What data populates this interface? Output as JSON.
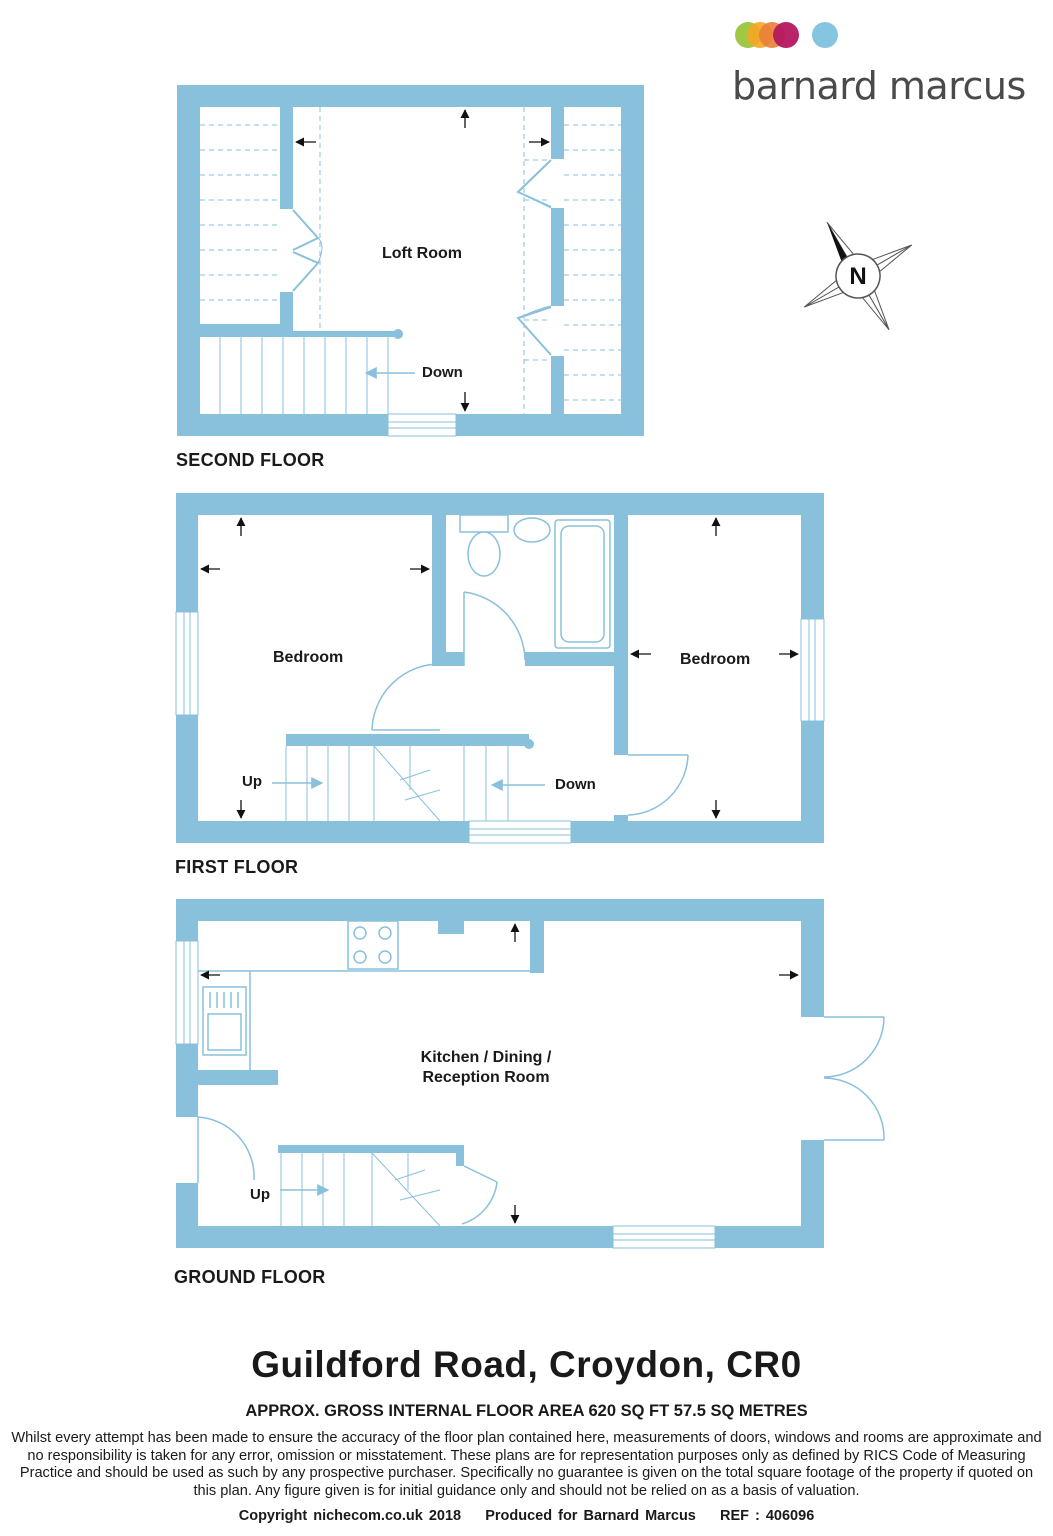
{
  "brand": {
    "name": "barnard marcus",
    "dot_colors": [
      "#9bc53d",
      "#f5a623",
      "#e8803a",
      "#b5175f",
      "#86c5e0"
    ]
  },
  "colors": {
    "wall": "#89c0dc",
    "fixture": "#89c0dc",
    "arrow": "#111111"
  },
  "compass": {
    "label": "N",
    "icon": "north-compass-icon"
  },
  "floors": {
    "second": {
      "label": "SECOND FLOOR",
      "rooms": {
        "loft": "Loft Room"
      },
      "stairs": {
        "down": "Down"
      }
    },
    "first": {
      "label": "FIRST FLOOR",
      "rooms": {
        "bedroom_left": "Bedroom",
        "bedroom_right": "Bedroom"
      },
      "stairs": {
        "up": "Up",
        "down": "Down"
      }
    },
    "ground": {
      "label": "GROUND FLOOR",
      "rooms": {
        "kitchen_line1": "Kitchen / Dining /",
        "kitchen_line2": "Reception Room"
      },
      "stairs": {
        "up": "Up"
      }
    }
  },
  "address": "Guildford Road, Croydon, CR0",
  "area": "APPROX. GROSS INTERNAL FLOOR AREA 620 SQ FT 57.5 SQ METRES",
  "disclaimer": "Whilst every attempt has been made to ensure the accuracy of the floor plan contained here, measurements of doors, windows and rooms are approximate and no responsibility is taken for any error, omission or misstatement. These plans are for representation purposes only as defined by RICS Code of Measuring Practice and should be used as such by any prospective purchaser.  Specifically no guarantee is given on the total square footage of the property if quoted on this plan. Any figure given is for initial guidance only and should not be relied on as a basis of valuation.",
  "footer": "Copyright nichecom.co.uk 2018    Produced for Barnard Marcus    REF : 406096"
}
